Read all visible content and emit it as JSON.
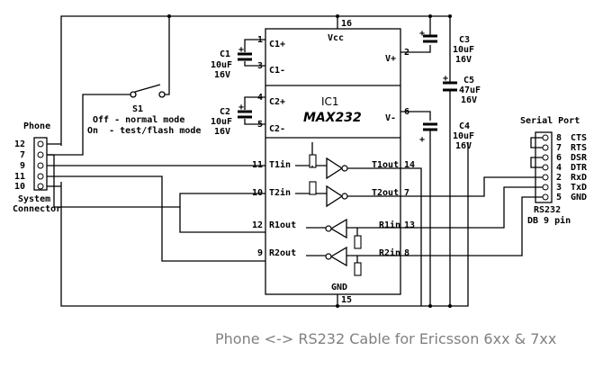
{
  "ic": {
    "ref": "IC1",
    "name": "MAX232",
    "vcc": "Vcc",
    "gnd": "GND",
    "pins": {
      "c1p": {
        "num": "1",
        "label": "C1+"
      },
      "c1m": {
        "num": "3",
        "label": "C1-"
      },
      "c2p": {
        "num": "4",
        "label": "C2+"
      },
      "c2m": {
        "num": "5",
        "label": "C2-"
      },
      "vplus": {
        "num": "2",
        "label": "V+"
      },
      "vminus": {
        "num": "6",
        "label": "V-"
      },
      "vcc": {
        "num": "16"
      },
      "gnd": {
        "num": "15"
      },
      "t1in": {
        "num": "11",
        "label": "T1in"
      },
      "t2in": {
        "num": "10",
        "label": "T2in"
      },
      "r1out": {
        "num": "12",
        "label": "R1out"
      },
      "r2out": {
        "num": "9",
        "label": "R2out"
      },
      "t1out": {
        "num": "14",
        "label": "T1out"
      },
      "t2out": {
        "num": "7",
        "label": "T2out"
      },
      "r1in": {
        "num": "13",
        "label": "R1in"
      },
      "r2in": {
        "num": "8",
        "label": "R2in"
      }
    }
  },
  "capacitors": {
    "c1": {
      "name": "C1",
      "value": "10uF",
      "voltage": "16V"
    },
    "c2": {
      "name": "C2",
      "value": "10uF",
      "voltage": "16V"
    },
    "c3": {
      "name": "C3",
      "value": "10uF",
      "voltage": "16V"
    },
    "c4": {
      "name": "C4",
      "value": "10uF",
      "voltage": "16V"
    },
    "c5": {
      "name": "C5",
      "value": "47uF",
      "voltage": "16V"
    },
    "polarity": "+"
  },
  "switch": {
    "name": "S1",
    "line1": "Off - normal mode",
    "line2": "On  - test/flash mode"
  },
  "phone": {
    "title": "Phone",
    "pins": [
      "12",
      "7",
      "9",
      "11",
      "10"
    ],
    "footer1": "System",
    "footer2": "Connector"
  },
  "serial": {
    "title": "Serial Port",
    "pins": [
      {
        "num": "8",
        "name": "CTS"
      },
      {
        "num": "7",
        "name": "RTS"
      },
      {
        "num": "6",
        "name": "DSR"
      },
      {
        "num": "4",
        "name": "DTR"
      },
      {
        "num": "2",
        "name": "RxD"
      },
      {
        "num": "3",
        "name": "TxD"
      },
      {
        "num": "5",
        "name": "GND"
      }
    ],
    "footer1": "RS232",
    "footer2": "DB 9 pin"
  },
  "caption": "Phone <-> RS232 Cable for Ericsson 6xx & 7xx"
}
